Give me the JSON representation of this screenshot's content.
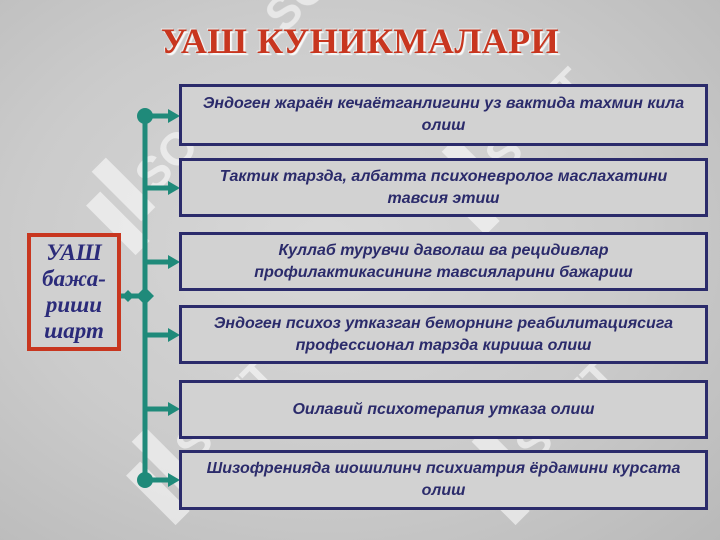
{
  "title": "УАШ КУНИКМАЛАРИ",
  "left_box": {
    "label": "УАШ\nбажа-\nриши\nшарт"
  },
  "items": [
    {
      "text": "Эндоген жараён кечаётганлигини уз вактида тахмин кила олиш"
    },
    {
      "text": "Тактик тарзда, албатта психоневролог маслахатини тавсия этиш"
    },
    {
      "text": "Куллаб турувчи даволаш ва рецидивлар профилактикасининг тавсияларини бажариш"
    },
    {
      "text": "Эндоген психоз утказган беморнинг реабилитациясига профессионал тарзда кириша олиш"
    },
    {
      "text": "Оилавий психотерапия утказа олиш"
    },
    {
      "text": "Шизофренияда шошилинч психиатрия ёрдамини курсата олиш"
    }
  ],
  "colors": {
    "title": "#c8361f",
    "box_border": "#2b2b6b",
    "text": "#2b2b6b",
    "connector": "#1f8a7a",
    "left_border": "#c8361f"
  },
  "watermark": {
    "text": "SOFT"
  }
}
